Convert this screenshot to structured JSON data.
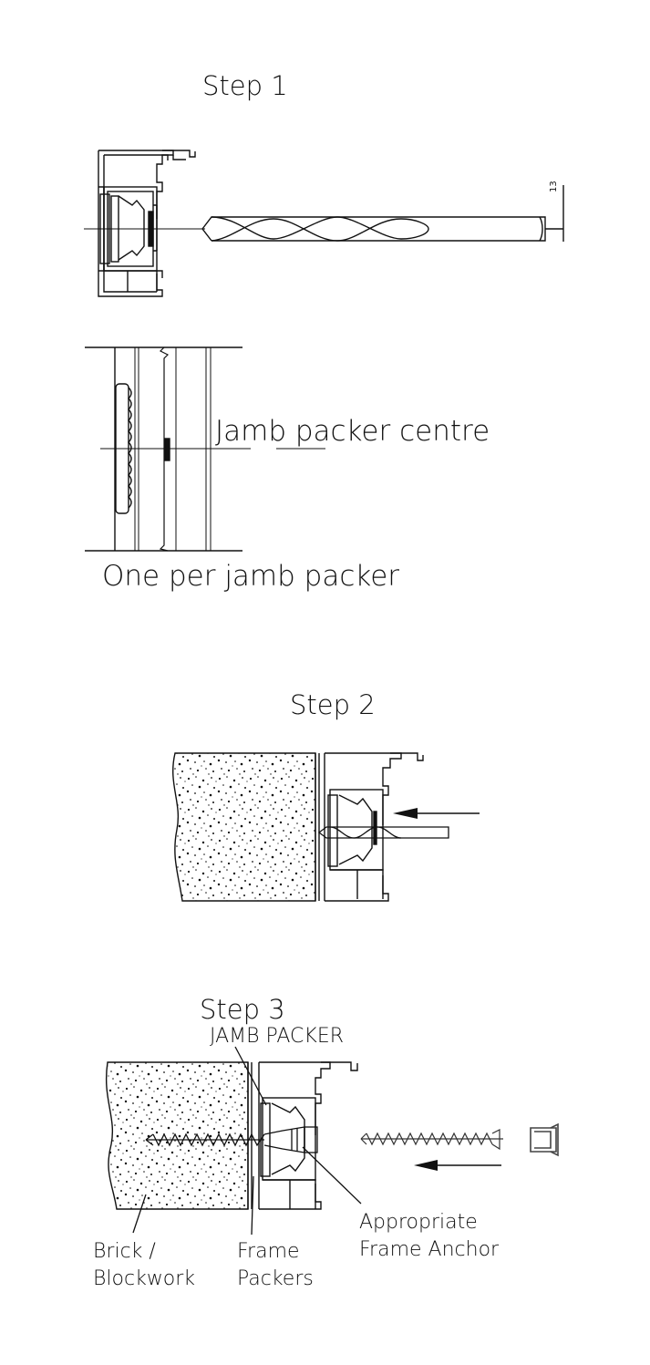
{
  "step1": {
    "title": "Step 1",
    "drill_dimension": "13",
    "jamb_label": "Jamb packer centre",
    "jamb_note": "One per jamb packer"
  },
  "step2": {
    "title": "Step 2"
  },
  "step3": {
    "title": "Step 3",
    "jamb_packer_label": "JAMB PACKER",
    "brick_label_1": "Brick /",
    "brick_label_2": "Blockwork",
    "frame_packers_label_1": "Frame",
    "frame_packers_label_2": "Packers",
    "anchor_label_1": "Appropriate",
    "anchor_label_2": "Frame Anchor"
  }
}
